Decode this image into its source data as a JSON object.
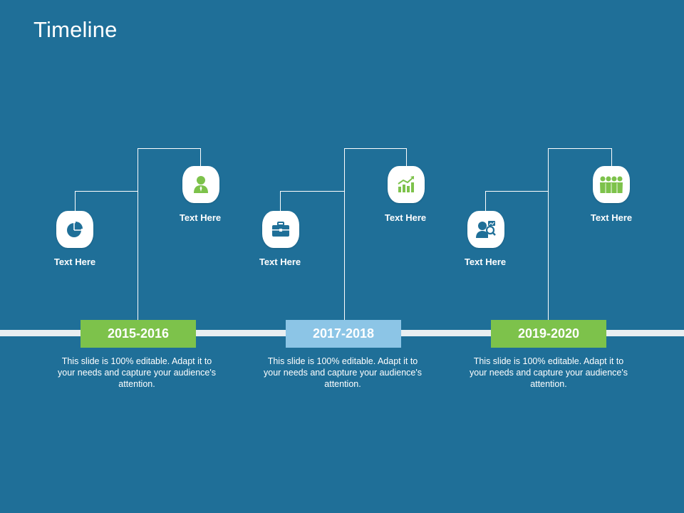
{
  "title": "Timeline",
  "colors": {
    "background": "#1f6f98",
    "accent_green": "#7dc24b",
    "accent_blue": "#8cc5e6",
    "icon_green": "#7dc24b",
    "bar": "#e9eef1"
  },
  "milestones": [
    {
      "year": "2015-2016",
      "description": "This slide is 100% editable. Adapt it to your needs and capture your audience's attention.",
      "lower_icon": {
        "icon": "pie-chart-icon",
        "label": "Text Here"
      },
      "upper_icon": {
        "icon": "businessman-icon",
        "label": "Text Here"
      }
    },
    {
      "year": "2017-2018",
      "description": "This slide is 100% editable. Adapt it to your needs and capture your audience's attention.",
      "lower_icon": {
        "icon": "briefcase-icon",
        "label": "Text Here"
      },
      "upper_icon": {
        "icon": "growth-chart-icon",
        "label": "Text Here"
      }
    },
    {
      "year": "2019-2020",
      "description": "This slide is 100% editable. Adapt it to your needs and capture your audience's attention.",
      "lower_icon": {
        "icon": "user-search-icon",
        "label": "Text Here"
      },
      "upper_icon": {
        "icon": "team-icon",
        "label": "Text Here"
      }
    }
  ]
}
